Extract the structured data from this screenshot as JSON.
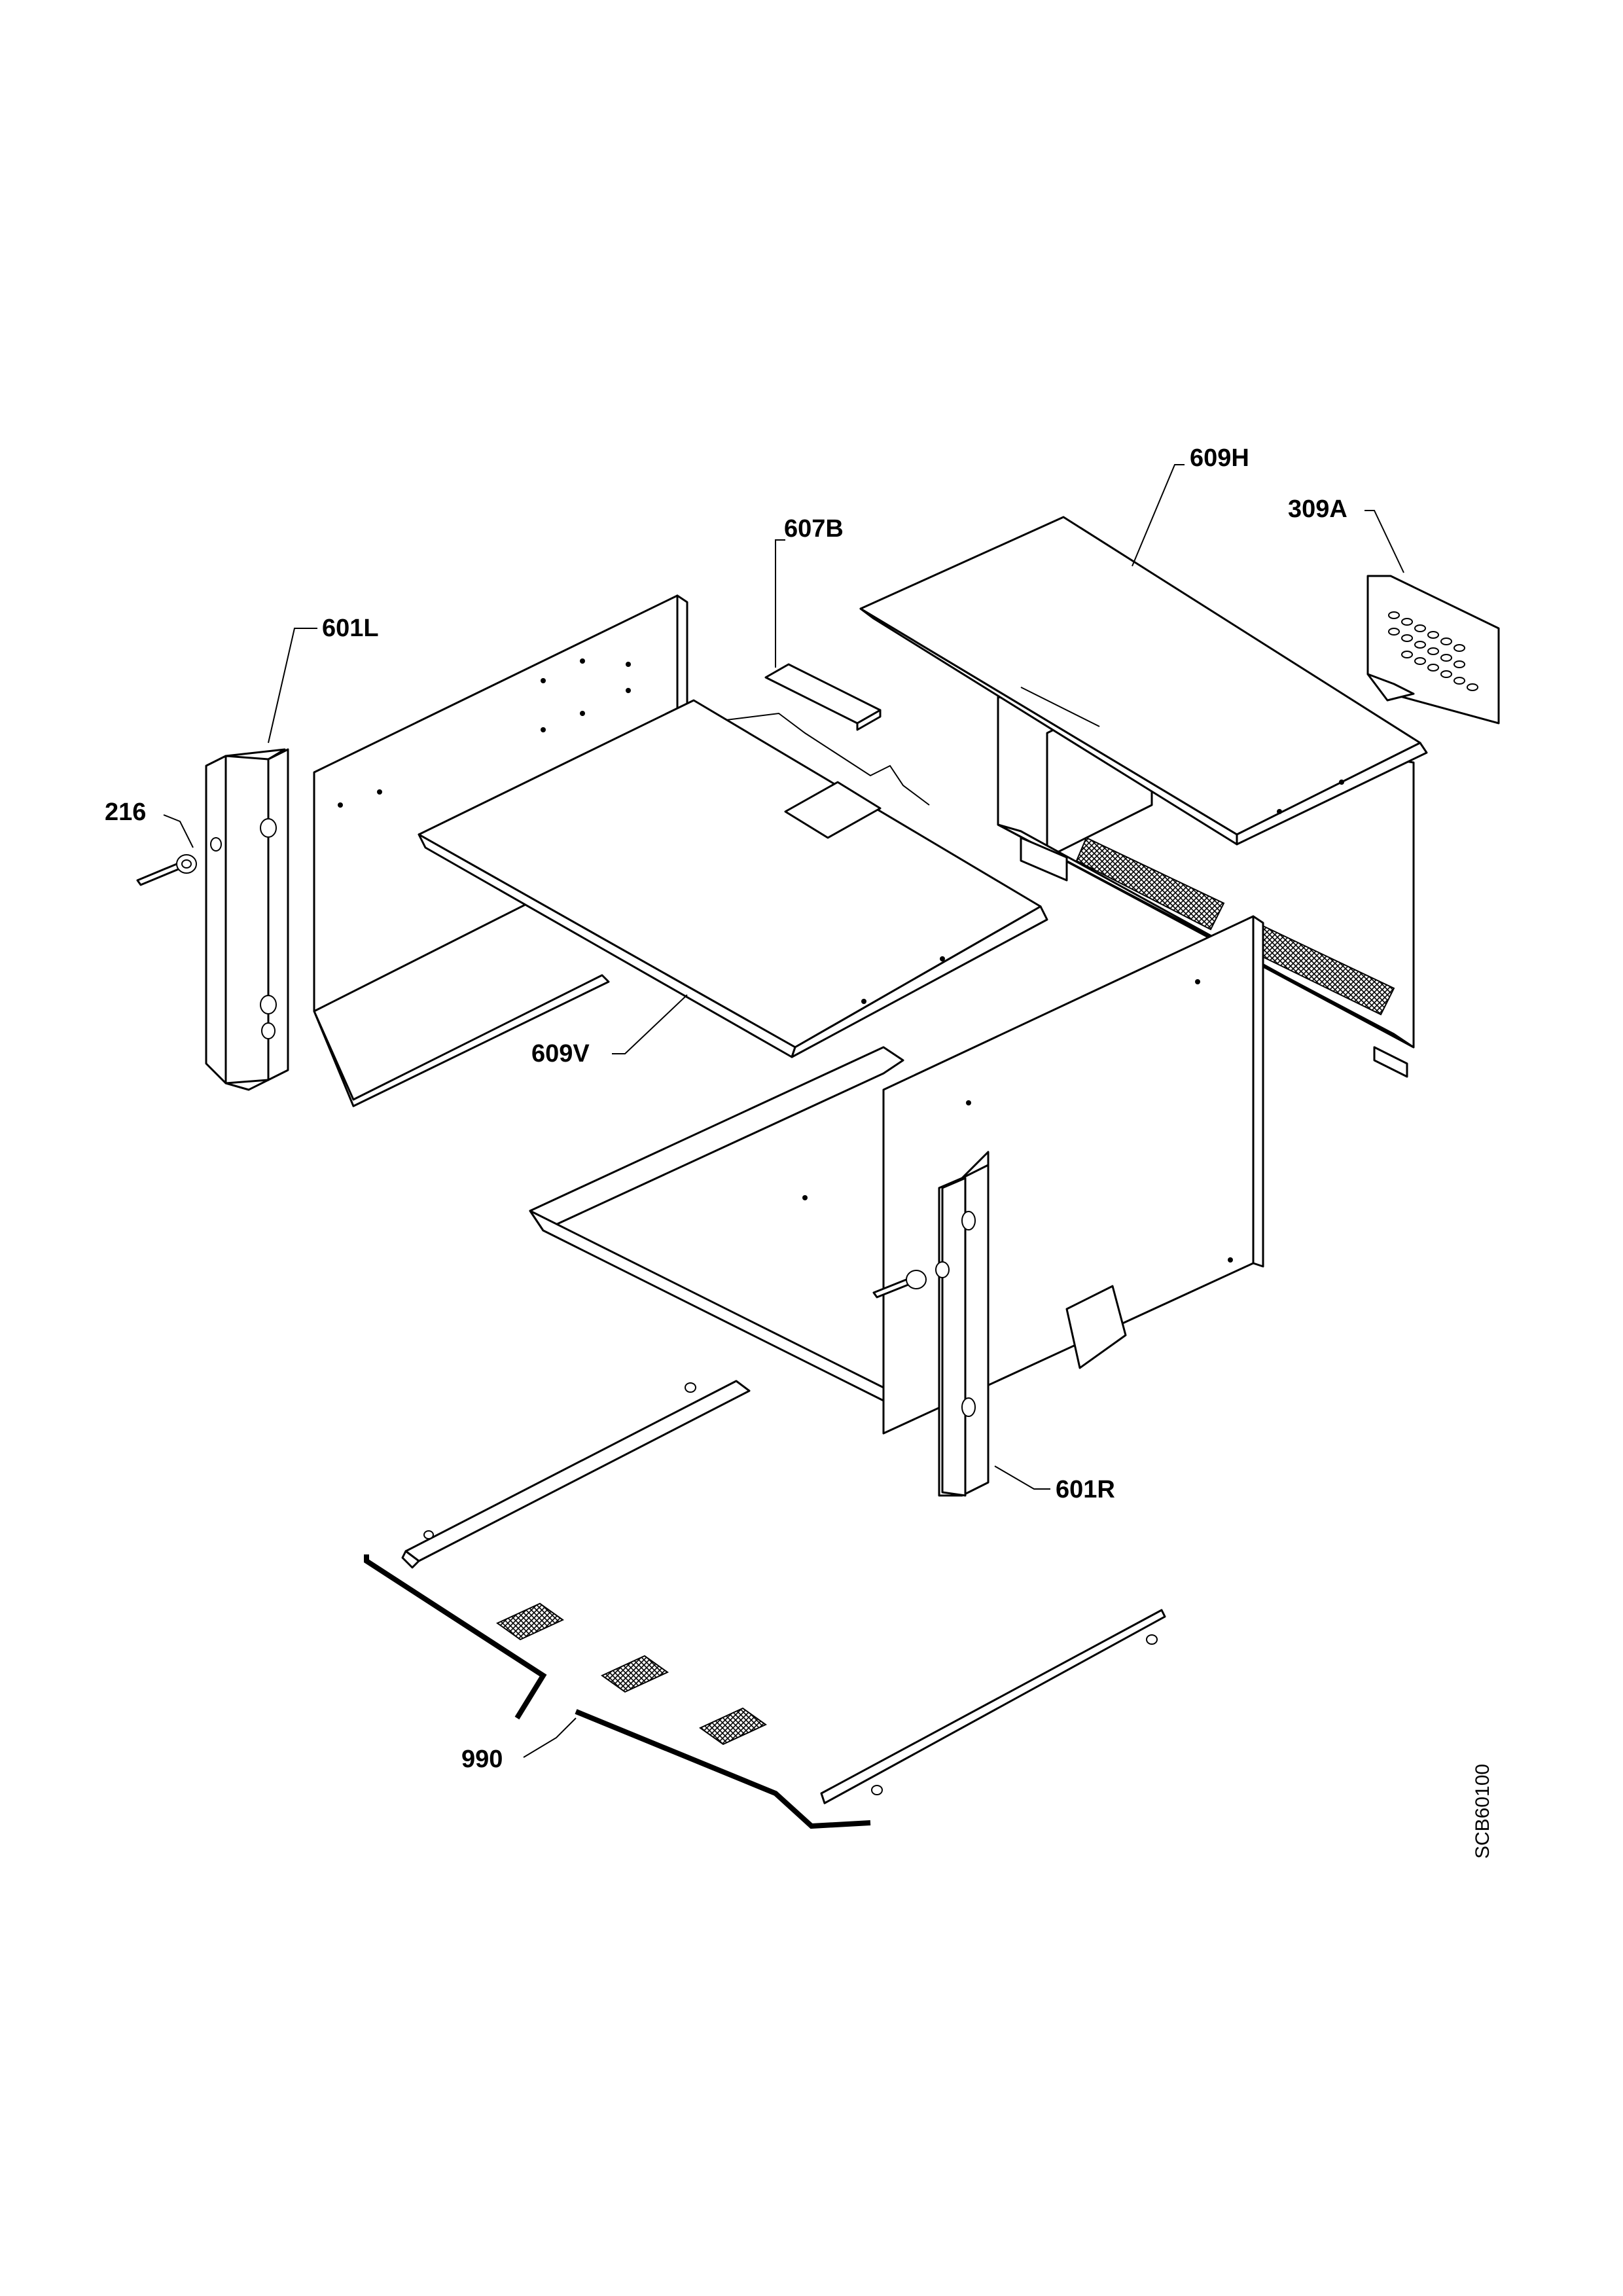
{
  "labels": {
    "p601L": "601L",
    "p216": "216",
    "p607B": "607B",
    "p609H": "609H",
    "p309A": "309A",
    "p609V": "609V",
    "p601R": "601R",
    "p990": "990"
  },
  "drawing_code": "SCB60100"
}
